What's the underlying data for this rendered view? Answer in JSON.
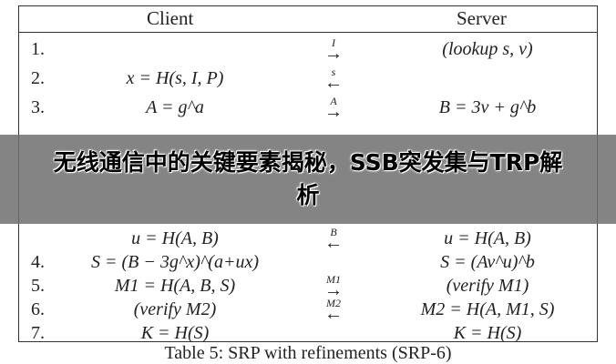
{
  "table": {
    "headers": {
      "client": "Client",
      "server": "Server"
    },
    "rows": [
      {
        "num": "1.",
        "client": "",
        "arrow": "→",
        "label": "I",
        "server": "(lookup s, v)"
      },
      {
        "num": "2.",
        "client": "x = H(s, I, P)",
        "arrow": "←",
        "label": "s",
        "server": ""
      },
      {
        "num": "3.",
        "client": "A = g^a",
        "arrow": "→",
        "label": "A",
        "server": "B = 3v + g^b"
      },
      {
        "num": "",
        "client": "u = H(A, B)",
        "arrow": "←",
        "label": "B",
        "server": "u = H(A, B)"
      },
      {
        "num": "4.",
        "client": "S = (B − 3g^x)^(a+ux)",
        "arrow": "",
        "label": "",
        "server": "S = (Av^u)^b"
      },
      {
        "num": "5.",
        "client": "M1 = H(A, B, S)",
        "arrow": "→",
        "label": "M1",
        "server": "(verify M1)"
      },
      {
        "num": "6.",
        "client": "(verify M2)",
        "arrow": "←",
        "label": "M2",
        "server": "M2 = H(A, M1, S)"
      },
      {
        "num": "7.",
        "client": "K = H(S)",
        "arrow": "",
        "label": "",
        "server": "K = H(S)"
      }
    ]
  },
  "caption": "Table 5: SRP with refinements (SRP-6)",
  "overlay_title": "无线通信中的关键要素揭秘，SSB突发集与TRP解析"
}
